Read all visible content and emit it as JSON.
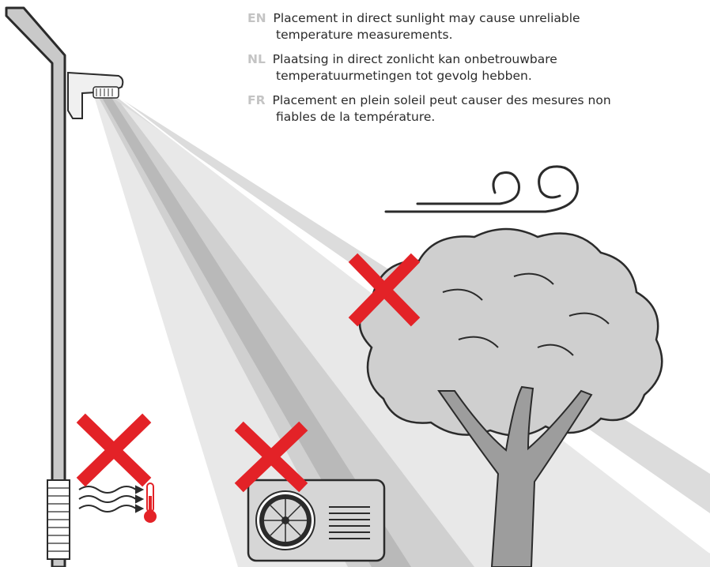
{
  "notes": [
    {
      "lang": "EN",
      "line1": "Placement in direct sunlight may cause unreliable",
      "line2": "temperature measurements."
    },
    {
      "lang": "NL",
      "line1": "Plaatsing in direct zonlicht kan onbetrouwbare",
      "line2": "temperatuurmetingen tot gevolg hebben."
    },
    {
      "lang": "FR",
      "line1": "Placement en plein soleil peut causer des mesures non",
      "line2": "fiables de la température."
    }
  ],
  "colors": {
    "cross": "#e32227",
    "outline": "#2b2b2b",
    "beam_light": "#e8e8e8",
    "beam_mid": "#d0d0d0",
    "beam_dark": "#b9b9b9",
    "tree_crown": "#cfcfcf",
    "trunk": "#9d9d9d",
    "unit_body": "#d6d6d6",
    "thermometer": "#e32227",
    "lang_code": "#c4c4c4"
  },
  "icons": [
    "wall-sensor-icon",
    "wind-icon",
    "tree-icon",
    "air-conditioner-icon",
    "heat-waves-icon",
    "thermometer-icon",
    "red-cross-icon"
  ]
}
